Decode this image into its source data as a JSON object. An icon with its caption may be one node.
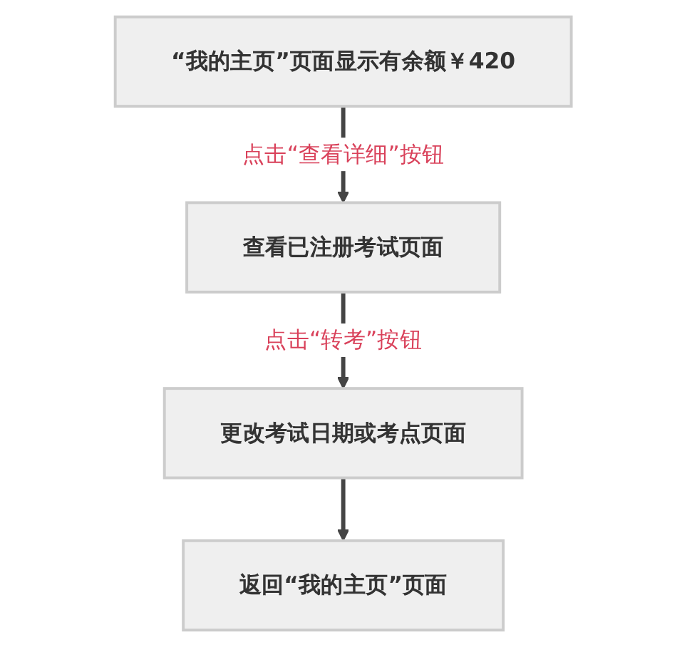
{
  "diagram": {
    "nodes": [
      {
        "text": [
          "“我的主页”页面显示有余额￥420"
        ]
      },
      {
        "text": [
          "查看已注册考试页面"
        ]
      },
      {
        "text": [
          "更改考试日期或考点页面"
        ]
      },
      {
        "text": [
          "返回“我的主页”页面"
        ]
      }
    ],
    "edges": [
      {
        "from": 0,
        "to": 1,
        "arrow": "to",
        "label": "点击“查看详细”按钮"
      },
      {
        "from": 1,
        "to": 2,
        "arrow": "to",
        "label": "点击“转考”按钮"
      },
      {
        "from": 2,
        "to": 3,
        "arrow": "to"
      }
    ]
  }
}
